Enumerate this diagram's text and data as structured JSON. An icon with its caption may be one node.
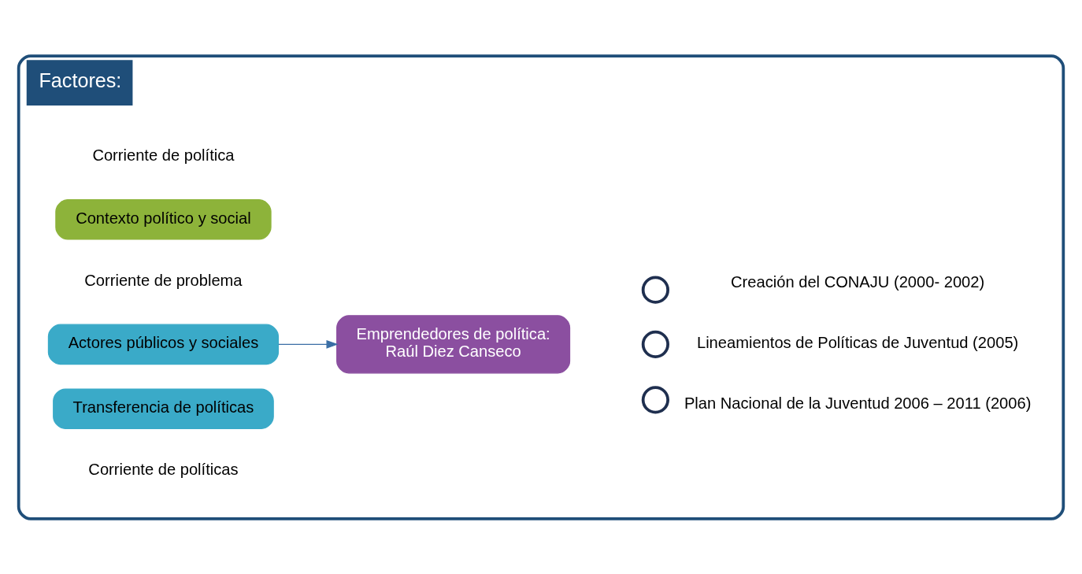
{
  "diagram": {
    "nodes": [
      {
        "text": [
          "Factores:"
        ]
      },
      {
        "text": [
          "Contexto político y social"
        ],
        "in": 0
      },
      {
        "text": [
          "Actores públicos y sociales"
        ],
        "in": 0
      },
      {
        "text": [
          "Transferencia de políticas"
        ],
        "in": 0
      },
      {
        "text": [
          "Emprendedores de política:",
          "Raúl Diez Canseco"
        ],
        "in": 0
      },
      {
        "text": [],
        "shape": "circle",
        "beside": [
          "Creación del CONAJU (2000- 2002)"
        ],
        "in": 0
      },
      {
        "text": [],
        "shape": "circle",
        "beside": [
          "Lineamientos de Políticas de Juventud (2005)"
        ],
        "in": 0
      },
      {
        "text": [],
        "shape": "circle",
        "beside": [
          "Plan Nacional de la Juventud 2006 – 2011 (2006)"
        ],
        "in": 0
      }
    ],
    "edges": [
      {
        "from": 2,
        "to": 4,
        "arrow": "to"
      }
    ],
    "labels": [
      "Corriente de política",
      "Corriente de problema",
      "Corriente de políticas"
    ]
  }
}
